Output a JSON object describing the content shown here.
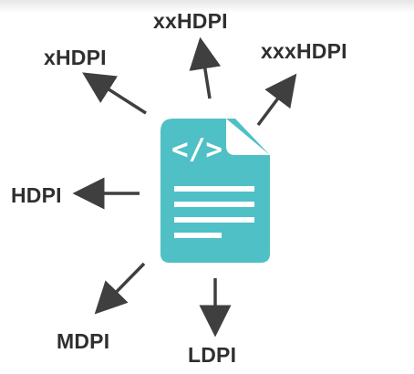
{
  "labels": {
    "xxhdpi": "xxHDPI",
    "xhdpi": "xHDPI",
    "xxxhdpi": "xxxHDPI",
    "hdpi": "HDPI",
    "mdpi": "MDPI",
    "ldpi": "LDPI"
  },
  "document_icon": {
    "code_glyph": "</>",
    "color": "#4fc0c5"
  },
  "colors": {
    "arrow": "#3f3f3f",
    "text": "#2f2f2f"
  }
}
